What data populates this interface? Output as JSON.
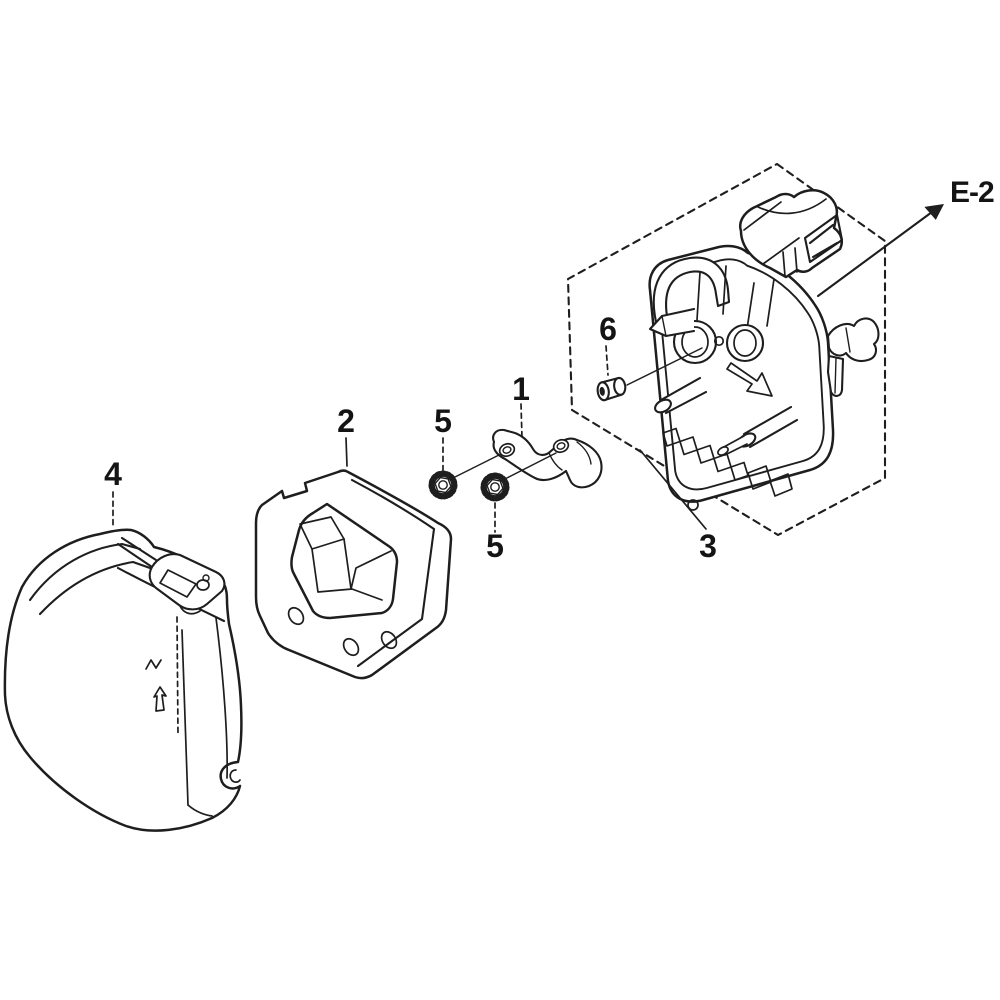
{
  "diagram": {
    "kind": "exploded-parts-diagram",
    "background_color": "#ffffff",
    "line_color": "#1e1e1e",
    "reference": {
      "label": "E-2"
    },
    "callouts": [
      {
        "label": "1",
        "part": "stay-bracket",
        "leader": "dashed"
      },
      {
        "label": "2",
        "part": "air-cleaner-element-housing",
        "leader": "solid"
      },
      {
        "label": "3",
        "part": "air-cleaner-case-assembly",
        "leader": "solid"
      },
      {
        "label": "4",
        "part": "air-cleaner-cover",
        "leader": "dashed"
      },
      {
        "label": "5",
        "part": "flange-nut-left",
        "leader": "dashed"
      },
      {
        "label": "5",
        "part": "flange-nut-right",
        "leader": "dashed"
      },
      {
        "label": "6",
        "part": "collar",
        "leader": "dashed"
      }
    ]
  }
}
